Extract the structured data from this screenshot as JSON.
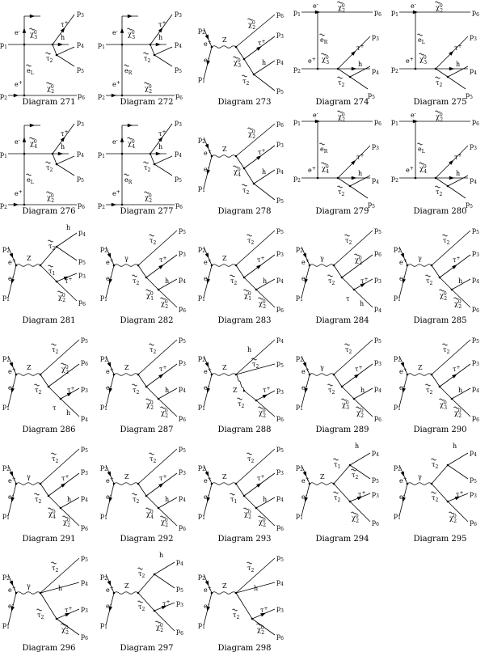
{
  "diagrams": [
    {
      "id": "271",
      "caption": "Diagram 271",
      "topology": "t1",
      "labels": {
        "pA": "p1",
        "pB": "p2",
        "pTop": "p6",
        "pOut1": "p3",
        "pOut2": "p4",
        "pOut3": "p5",
        "eTop": "e-",
        "eBot": "e+",
        "prop": "e~L",
        "bottomNeut": "χ~0 2",
        "neutTop": "χ~0 3",
        "tau": "τ+",
        "h": "h",
        "stau": "τ~2"
      }
    },
    {
      "id": "272",
      "caption": "Diagram 272",
      "topology": "t1",
      "labels": {
        "pA": "p1",
        "pB": "p2",
        "pTop": "p6",
        "pOut1": "p3",
        "pOut2": "p4",
        "pOut3": "p5",
        "eTop": "e-",
        "eBot": "e+",
        "prop": "e~R",
        "bottomNeut": "χ~0 2",
        "neutTop": "χ~0 3",
        "tau": "τ+",
        "h": "h",
        "stau": "τ~2"
      }
    },
    {
      "id": "273",
      "caption": "Diagram 273",
      "topology": "s1",
      "labels": {
        "pA": "p2",
        "pB": "p1",
        "eTop": "e+",
        "eBot": "e-",
        "boson": "Z",
        "out1": "χ~0 2",
        "out1p": "p6",
        "neut": "χ~0 3",
        "tau": "τ+",
        "taup": "p3",
        "h": "h",
        "hp": "p4",
        "stau": "τ~2",
        "staup": "p5"
      }
    },
    {
      "id": "274",
      "caption": "Diagram 274",
      "topology": "t2",
      "labels": {
        "pA": "p1",
        "pB": "p2",
        "pTop": "p6",
        "eTop": "e-",
        "eBot": "e+",
        "prop": "e~R",
        "topNeut": "χ~0 2",
        "neut": "χ~0 3",
        "tau": "τ+",
        "taup": "p3",
        "h": "h",
        "hp": "p4",
        "stau": "τ~2",
        "staup": "p5"
      }
    },
    {
      "id": "275",
      "caption": "Diagram 275",
      "topology": "t2",
      "labels": {
        "pA": "p1",
        "pB": "p2",
        "pTop": "p6",
        "eTop": "e-",
        "eBot": "e+",
        "prop": "e~L",
        "topNeut": "χ~0 2",
        "neut": "χ~0 3",
        "tau": "τ+",
        "taup": "p3",
        "h": "h",
        "hp": "p4",
        "stau": "τ~2",
        "staup": "p5"
      }
    },
    {
      "id": "276",
      "caption": "Diagram 276",
      "topology": "t1",
      "labels": {
        "pA": "p1",
        "pB": "p2",
        "pTop": "p6",
        "pOut1": "p3",
        "pOut2": "p4",
        "pOut3": "p5",
        "eTop": "e-",
        "eBot": "e+",
        "prop": "e~L",
        "bottomNeut": "χ~0 2",
        "neutTop": "χ~0 4",
        "tau": "τ+",
        "h": "h",
        "stau": "τ~2"
      }
    },
    {
      "id": "277",
      "caption": "Diagram 277",
      "topology": "t1",
      "labels": {
        "pA": "p1",
        "pB": "p2",
        "pTop": "p6",
        "pOut1": "p3",
        "pOut2": "p4",
        "pOut3": "p5",
        "eTop": "e-",
        "eBot": "e+",
        "prop": "e~R",
        "bottomNeut": "χ~0 2",
        "neutTop": "χ~0 4",
        "tau": "τ+",
        "h": "h",
        "stau": "τ~2"
      }
    },
    {
      "id": "278",
      "caption": "Diagram 278",
      "topology": "s1",
      "labels": {
        "pA": "p2",
        "pB": "p1",
        "eTop": "e+",
        "eBot": "e-",
        "boson": "Z",
        "out1": "χ~0 2",
        "out1p": "p6",
        "neut": "χ~0 4",
        "tau": "τ+",
        "taup": "p3",
        "h": "h",
        "hp": "p4",
        "stau": "τ~2",
        "staup": "p5"
      }
    },
    {
      "id": "279",
      "caption": "Diagram 279",
      "topology": "t2",
      "labels": {
        "pA": "p1",
        "pB": "p2",
        "pTop": "p6",
        "eTop": "e-",
        "eBot": "e+",
        "prop": "e~R",
        "topNeut": "χ~0 2",
        "neut": "χ~0 4",
        "tau": "τ+",
        "taup": "p3",
        "h": "h",
        "hp": "p4",
        "stau": "τ~2",
        "staup": "p5"
      }
    },
    {
      "id": "280",
      "caption": "Diagram 280",
      "topology": "t2",
      "labels": {
        "pA": "p1",
        "pB": "p2",
        "pTop": "p6",
        "eTop": "e-",
        "eBot": "e+",
        "prop": "e~L",
        "topNeut": "χ~0 2",
        "neut": "χ~0 4",
        "tau": "τ+",
        "taup": "p3",
        "h": "h",
        "hp": "p4",
        "stau": "τ~2",
        "staup": "p5"
      }
    },
    {
      "id": "281",
      "caption": "Diagram 281",
      "topology": "s2",
      "labels": {
        "pA": "p2",
        "pB": "p1",
        "eTop": "e+",
        "eBot": "e-",
        "boson": "Z",
        "up": "τ~2",
        "upA": "h",
        "upAp": "p4",
        "upB": "p5",
        "dn": "τ~1",
        "dnA": "τ+",
        "dnAp": "p3",
        "dnB": "χ~0 2",
        "dnBp": "p6"
      }
    },
    {
      "id": "282",
      "caption": "Diagram 282",
      "topology": "s3",
      "labels": {
        "pA": "p2",
        "pB": "p1",
        "eTop": "e+",
        "eBot": "e-",
        "boson": "γ",
        "top": "τ~2",
        "topp": "p5",
        "tau": "τ+",
        "taup": "p3",
        "stau": "τ~2",
        "h": "h",
        "hp": "p4",
        "neut": "χ~0 1",
        "neutB": "χ~0 2",
        "neutBp": "p6"
      }
    },
    {
      "id": "283",
      "caption": "Diagram 283",
      "topology": "s3",
      "labels": {
        "pA": "p2",
        "pB": "p1",
        "eTop": "e+",
        "eBot": "e-",
        "boson": "Z",
        "top": "τ~2",
        "topp": "p5",
        "tau": "τ+",
        "taup": "p3",
        "stau": "τ~2",
        "h": "h",
        "hp": "p4",
        "neut": "χ~0 1",
        "neutB": "χ~0 2",
        "neutBp": "p6"
      }
    },
    {
      "id": "284",
      "caption": "Diagram 284",
      "topology": "s4",
      "labels": {
        "pA": "p2",
        "pB": "p1",
        "eTop": "e+",
        "eBot": "e-",
        "boson": "γ",
        "top": "τ~2",
        "topp": "p5",
        "neut": "χ~0 2",
        "neutp": "p6",
        "stau": "τ~2",
        "tau": "τ+",
        "taup": "p3",
        "tauM": "τ",
        "h": "h",
        "hp": "p4"
      }
    },
    {
      "id": "285",
      "caption": "Diagram 285",
      "topology": "s3",
      "labels": {
        "pA": "p2",
        "pB": "p1",
        "eTop": "e+",
        "eBot": "e-",
        "boson": "γ",
        "top": "τ~2",
        "topp": "p5",
        "tau": "τ+",
        "taup": "p3",
        "stau": "τ~2",
        "h": "h",
        "hp": "p4",
        "neut": "χ~0 2",
        "neutB": "χ~0 2",
        "neutBp": "p6"
      }
    },
    {
      "id": "286",
      "caption": "Diagram 286",
      "topology": "s4",
      "labels": {
        "pA": "p2",
        "pB": "p1",
        "eTop": "e+",
        "eBot": "e-",
        "boson": "Z",
        "top": "τ~2",
        "topp": "p5",
        "neut": "χ~0 2",
        "neutp": "p6",
        "stau": "τ~2",
        "tau": "τ+",
        "taup": "p3",
        "tauM": "τ",
        "h": "h",
        "hp": "p4"
      }
    },
    {
      "id": "287",
      "caption": "Diagram 287",
      "topology": "s3",
      "labels": {
        "pA": "p2",
        "pB": "p1",
        "eTop": "e+",
        "eBot": "e-",
        "boson": "Z",
        "top": "τ~2",
        "topp": "p5",
        "tau": "τ+",
        "taup": "p3",
        "stau": "τ~2",
        "h": "h",
        "hp": "p4",
        "neut": "χ~0 2",
        "neutB": "χ~0 2",
        "neutBp": "p6"
      }
    },
    {
      "id": "288",
      "caption": "Diagram 288",
      "topology": "s5",
      "labels": {
        "pA": "p2",
        "pB": "p1",
        "eTop": "e+",
        "eBot": "e-",
        "boson": "Z",
        "h": "h",
        "hp": "p4",
        "top": "τ~2",
        "topp": "p5",
        "boson2": "Z",
        "stau": "τ~2",
        "tau": "τ+",
        "taup": "p3",
        "neut": "χ~0 2",
        "neutp": "p6"
      }
    },
    {
      "id": "289",
      "caption": "Diagram 289",
      "topology": "s3",
      "labels": {
        "pA": "p2",
        "pB": "p1",
        "eTop": "e+",
        "eBot": "e-",
        "boson": "γ",
        "top": "τ~2",
        "topp": "p5",
        "tau": "τ+",
        "taup": "p3",
        "stau": "τ~2",
        "h": "h",
        "hp": "p4",
        "neut": "χ~0 3",
        "neutB": "χ~0 2",
        "neutBp": "p6"
      }
    },
    {
      "id": "290",
      "caption": "Diagram 290",
      "topology": "s3",
      "labels": {
        "pA": "p2",
        "pB": "p1",
        "eTop": "e+",
        "eBot": "e-",
        "boson": "Z",
        "top": "τ~2",
        "topp": "p5",
        "tau": "τ+",
        "taup": "p3",
        "stau": "τ~2",
        "h": "h",
        "hp": "p4",
        "neut": "χ~0 3",
        "neutB": "χ~0 2",
        "neutBp": "p6"
      }
    },
    {
      "id": "291",
      "caption": "Diagram 291",
      "topology": "s3",
      "labels": {
        "pA": "p2",
        "pB": "p1",
        "eTop": "e+",
        "eBot": "e-",
        "boson": "γ",
        "top": "τ~2",
        "topp": "p5",
        "tau": "τ+",
        "taup": "p3",
        "stau": "τ~2",
        "h": "h",
        "hp": "p4",
        "neut": "χ~0 4",
        "neutB": "χ~0 2",
        "neutBp": "p6"
      }
    },
    {
      "id": "292",
      "caption": "Diagram 292",
      "topology": "s3",
      "labels": {
        "pA": "p2",
        "pB": "p1",
        "eTop": "e+",
        "eBot": "e-",
        "boson": "Z",
        "top": "τ~2",
        "topp": "p5",
        "tau": "τ+",
        "taup": "p3",
        "stau": "τ~2",
        "h": "h",
        "hp": "p4",
        "neut": "χ~0 4",
        "neutB": "χ~0 2",
        "neutBp": "p6"
      }
    },
    {
      "id": "293",
      "caption": "Diagram 293",
      "topology": "s3",
      "labels": {
        "pA": "p2",
        "pB": "p1",
        "eTop": "e+",
        "eBot": "e-",
        "boson": "Z",
        "top": "τ~2",
        "topp": "p5",
        "tau": "τ+",
        "taup": "p3",
        "stau": "τ~1",
        "h": "h",
        "hp": "p4",
        "neut": "χ~0 2",
        "neutB": "χ~0 2",
        "neutBp": "p6"
      }
    },
    {
      "id": "294",
      "caption": "Diagram 294",
      "topology": "s6",
      "labels": {
        "pA": "p2",
        "pB": "p1",
        "eTop": "e+",
        "eBot": "e-",
        "boson": "Z",
        "up": "τ~1",
        "h": "h",
        "hp": "p4",
        "upB": "τ~2",
        "upBp": "p5",
        "dn": "τ~2",
        "tau": "τ+",
        "taup": "p3",
        "neut": "χ~0 2",
        "neutp": "p6"
      }
    },
    {
      "id": "295",
      "caption": "Diagram 295",
      "topology": "s6",
      "labels": {
        "pA": "p2",
        "pB": "p1",
        "eTop": "e+",
        "eBot": "e-",
        "boson": "γ",
        "up": "τ~2",
        "h": "h",
        "hp": "p4",
        "upB": "",
        "upBp": "p5",
        "dn": "τ~2",
        "tau": "τ+",
        "taup": "p3",
        "neut": "χ~0 2",
        "neutp": "p6"
      }
    },
    {
      "id": "296",
      "caption": "Diagram 296",
      "topology": "s7",
      "labels": {
        "pA": "p2",
        "pB": "p1",
        "eTop": "e+",
        "eBot": "e-",
        "boson": "γ",
        "top": "τ~2",
        "topp": "p5",
        "h": "h",
        "hp": "p4",
        "stau": "τ~2",
        "tau": "τ+",
        "taup": "p3",
        "neut": "χ~0 2",
        "neutp": "p6"
      }
    },
    {
      "id": "297",
      "caption": "Diagram 297",
      "topology": "s6",
      "labels": {
        "pA": "p2",
        "pB": "p1",
        "eTop": "e+",
        "eBot": "e-",
        "boson": "Z",
        "up": "τ~2",
        "h": "h",
        "hp": "p4",
        "upB": "",
        "upBp": "p5",
        "dn": "τ~2",
        "tau": "τ+",
        "taup": "p3",
        "neut": "χ~0 2",
        "neutp": "p6"
      }
    },
    {
      "id": "298",
      "caption": "Diagram 298",
      "topology": "s7",
      "labels": {
        "pA": "p2",
        "pB": "p1",
        "eTop": "e+",
        "eBot": "e-",
        "boson": "Z",
        "top": "τ~2",
        "topp": "p5",
        "h": "h",
        "hp": "p4",
        "stau": "τ~2",
        "tau": "τ+",
        "taup": "p3",
        "neut": "χ~0 2",
        "neutp": "p6"
      }
    }
  ]
}
